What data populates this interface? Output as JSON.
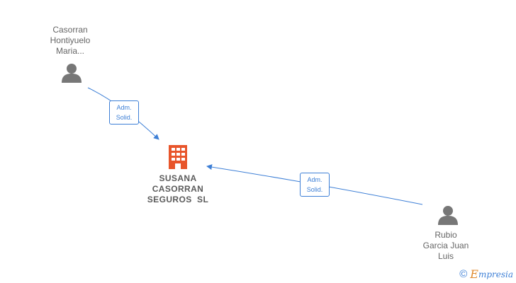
{
  "nodes": {
    "person_top": {
      "name_lines": [
        "Casorran",
        "Hontiyuelo",
        "Maria..."
      ],
      "icon": "person-icon"
    },
    "company": {
      "name_lines": [
        "SUSANA",
        "CASORRAN",
        "SEGUROS  SL"
      ],
      "icon": "building-icon"
    },
    "person_bottom": {
      "name_lines": [
        "Rubio",
        "Garcia Juan",
        "Luis"
      ],
      "icon": "person-icon"
    }
  },
  "edges": [
    {
      "from": "person_top",
      "to": "company",
      "label_lines": [
        "Adm.",
        "Solid."
      ]
    },
    {
      "from": "person_bottom",
      "to": "company",
      "label_lines": [
        "Adm.",
        "Solid."
      ]
    }
  ],
  "colors": {
    "edge": "#3d7fd6",
    "person": "#777777",
    "company": "#e8552b"
  },
  "watermark": {
    "symbol": "©",
    "brand_initial": "E",
    "brand_rest": "mpresia"
  }
}
